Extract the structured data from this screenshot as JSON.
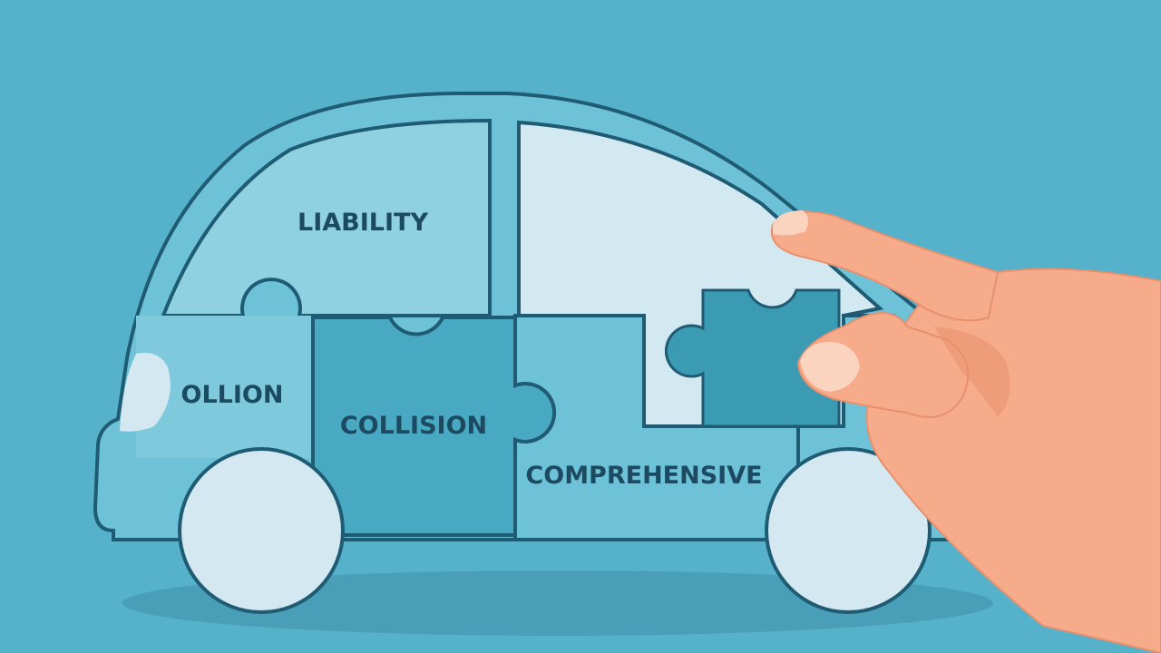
{
  "labels": {
    "liability": "LIABILITY",
    "ollion": "OLLION",
    "collision": "COLLISION",
    "comprehensive": "COMPREHENSIVE"
  },
  "colors": {
    "background": "#56b2cb",
    "shadow": "#4a9fb8",
    "outline": "#1f5c73",
    "body_light": "#8fd0e1",
    "body_mid": "#6ec2d8",
    "piece_dark": "#4aa9c2",
    "piece_held": "#3a9bb2",
    "window_light": "#d3e9f1",
    "wheel": "#d3e8f0",
    "text": "#1c4a60",
    "skin": "#f6ab8b",
    "skin_shade": "#e8906e",
    "nail": "#fbd4c0"
  }
}
